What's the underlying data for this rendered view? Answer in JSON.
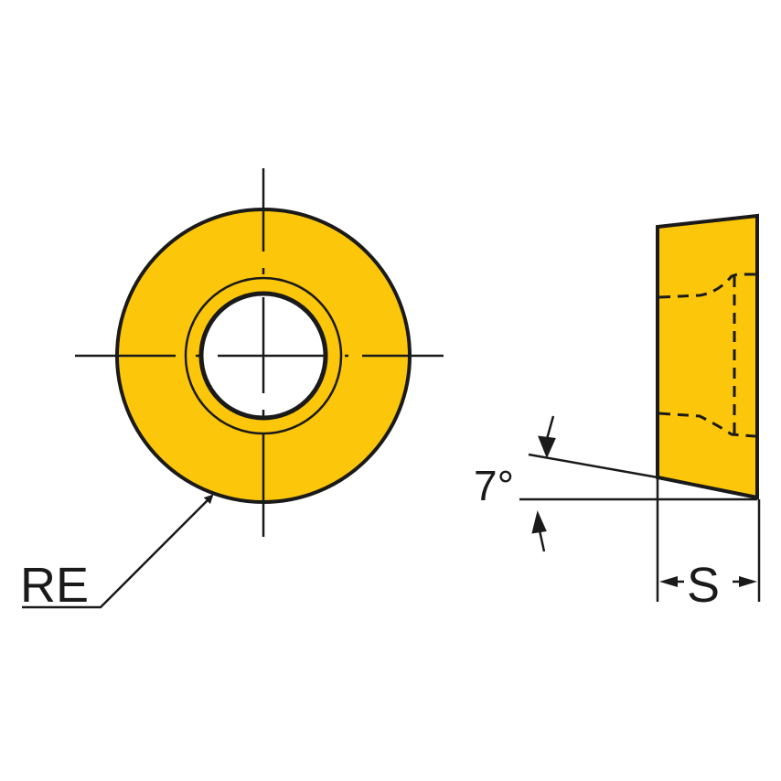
{
  "diagram": {
    "type": "technical-drawing",
    "subject": "round cutting insert",
    "colors": {
      "insert_fill": "#FCC60A",
      "outline": "#1a1a1a",
      "background": "#ffffff"
    },
    "front_view": {
      "shape": "circle with center hole",
      "labels": {
        "radius": "RE"
      }
    },
    "side_view": {
      "shape": "tapered profile",
      "labels": {
        "angle": "7°",
        "thickness": "S"
      }
    }
  }
}
